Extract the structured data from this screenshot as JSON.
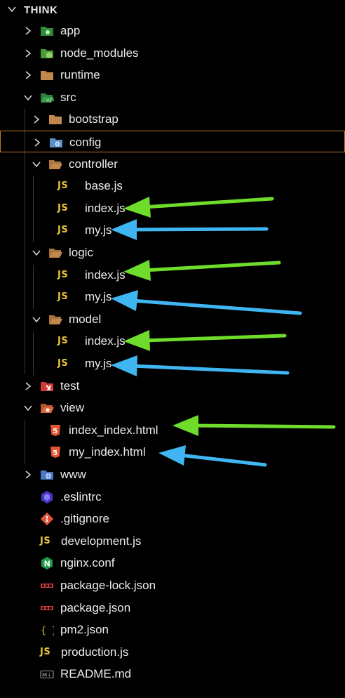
{
  "explorer": {
    "section_title": "THINK",
    "items": [
      {
        "id": "app",
        "label": "app",
        "kind": "folder-special",
        "color": "#2e8b3a",
        "expanded": false
      },
      {
        "id": "node_modules",
        "label": "node_modules",
        "kind": "folder-node",
        "color": "#4c9a3a",
        "expanded": false
      },
      {
        "id": "runtime",
        "label": "runtime",
        "kind": "folder",
        "color": "#c0884a",
        "expanded": false
      },
      {
        "id": "src",
        "label": "src",
        "kind": "folder-src",
        "color": "#3aa04a",
        "expanded": true
      },
      {
        "id": "bootstrap",
        "label": "bootstrap",
        "kind": "folder",
        "color": "#c0884a",
        "expanded": false
      },
      {
        "id": "config",
        "label": "config",
        "kind": "folder-config",
        "color": "#5b8fc7",
        "expanded": false
      },
      {
        "id": "controller",
        "label": "controller",
        "kind": "folder-open",
        "color": "#c0884a",
        "expanded": true
      },
      {
        "id": "controller_base",
        "label": "base.js",
        "kind": "js"
      },
      {
        "id": "controller_index",
        "label": "index.js",
        "kind": "js"
      },
      {
        "id": "controller_my",
        "label": "my.js",
        "kind": "js"
      },
      {
        "id": "logic",
        "label": "logic",
        "kind": "folder-open",
        "color": "#c0884a",
        "expanded": true
      },
      {
        "id": "logic_index",
        "label": "index.js",
        "kind": "js"
      },
      {
        "id": "logic_my",
        "label": "my.js",
        "kind": "js"
      },
      {
        "id": "model",
        "label": "model",
        "kind": "folder-open",
        "color": "#c0884a",
        "expanded": true
      },
      {
        "id": "model_index",
        "label": "index.js",
        "kind": "js"
      },
      {
        "id": "model_my",
        "label": "my.js",
        "kind": "js"
      },
      {
        "id": "test",
        "label": "test",
        "kind": "folder-test",
        "color": "#d23b3b",
        "expanded": false
      },
      {
        "id": "view",
        "label": "view",
        "kind": "folder-view",
        "color": "#e0683a",
        "expanded": true
      },
      {
        "id": "view_index_index",
        "label": "index_index.html",
        "kind": "html"
      },
      {
        "id": "view_my_index",
        "label": "my_index.html",
        "kind": "html"
      },
      {
        "id": "www",
        "label": "www",
        "kind": "folder-www",
        "color": "#4a78c8",
        "expanded": false
      },
      {
        "id": "eslintrc",
        "label": ".eslintrc",
        "kind": "eslint"
      },
      {
        "id": "gitignore",
        "label": ".gitignore",
        "kind": "git"
      },
      {
        "id": "development",
        "label": "development.js",
        "kind": "js"
      },
      {
        "id": "nginx",
        "label": "nginx.conf",
        "kind": "nginx"
      },
      {
        "id": "package_lock",
        "label": "package-lock.json",
        "kind": "npm"
      },
      {
        "id": "package",
        "label": "package.json",
        "kind": "npm"
      },
      {
        "id": "pm2",
        "label": "pm2.json",
        "kind": "json"
      },
      {
        "id": "production",
        "label": "production.js",
        "kind": "js"
      },
      {
        "id": "readme",
        "label": "README.md",
        "kind": "markdown"
      }
    ],
    "js_badge": "JS",
    "selected_item": "config"
  },
  "annotations": {
    "green_color": "#6fdc2c",
    "blue_color": "#3fb6f2"
  },
  "icons": {
    "chevron_right": "chevron-right-icon",
    "chevron_down": "chevron-down-icon"
  }
}
